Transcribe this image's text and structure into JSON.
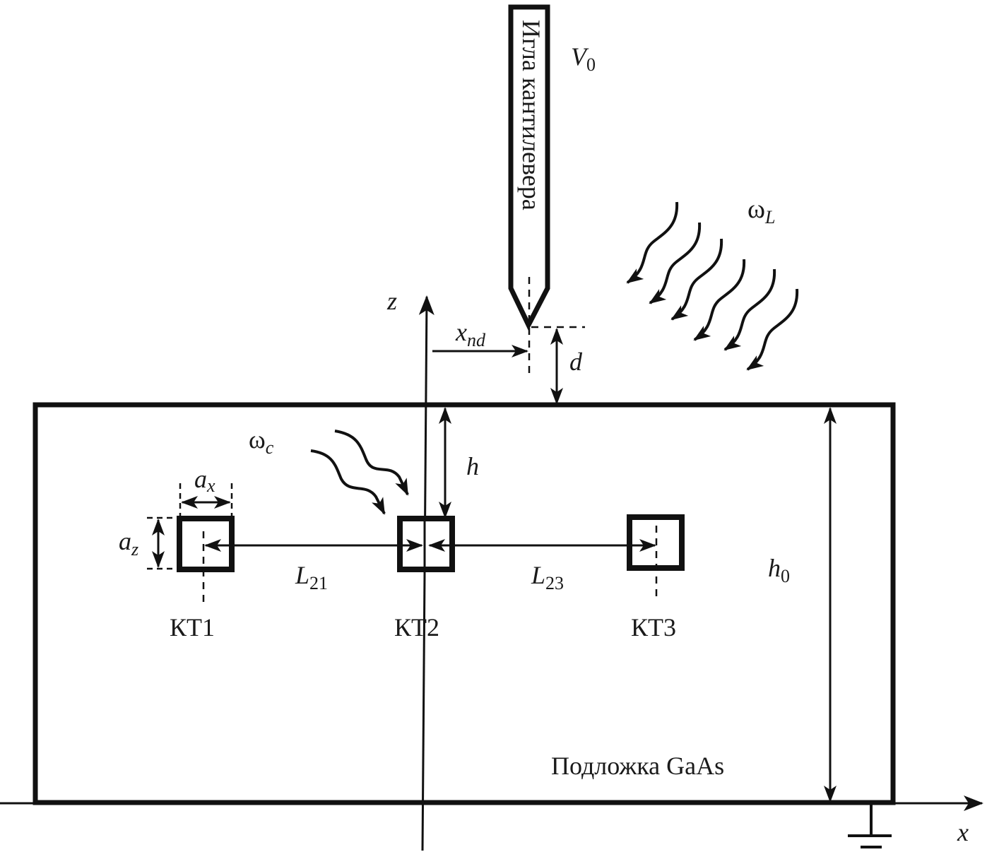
{
  "diagram": {
    "cantilever_tip_label": "Игла кантилевера",
    "tip_voltage": {
      "symbol": "V",
      "subscript": "0"
    },
    "laser": {
      "symbol": "ω",
      "subscript": "L"
    },
    "cavity_photon": {
      "symbol": "ω",
      "subscript": "c"
    },
    "tip_offset": {
      "symbol": "x",
      "subscript": "nd"
    },
    "tip_distance": {
      "symbol": "d"
    },
    "qd_depth": {
      "symbol": "h"
    },
    "substrate_height": {
      "symbol": "h",
      "subscript": "0"
    },
    "qd_width": {
      "symbol": "a",
      "subscript": "x"
    },
    "qd_height": {
      "symbol": "a",
      "subscript": "z"
    },
    "distance_21": {
      "symbol": "L",
      "subscript": "21"
    },
    "distance_23": {
      "symbol": "L",
      "subscript": "23"
    },
    "quantum_dots": [
      {
        "label": "КТ1"
      },
      {
        "label": "КТ2"
      },
      {
        "label": "КТ3"
      }
    ],
    "substrate_label": "Подложка GaAs",
    "axis_x": "x",
    "axis_z": "z",
    "ground_symbol": "ground-icon",
    "colors": {
      "ink": "#111111",
      "background": "#ffffff"
    }
  }
}
